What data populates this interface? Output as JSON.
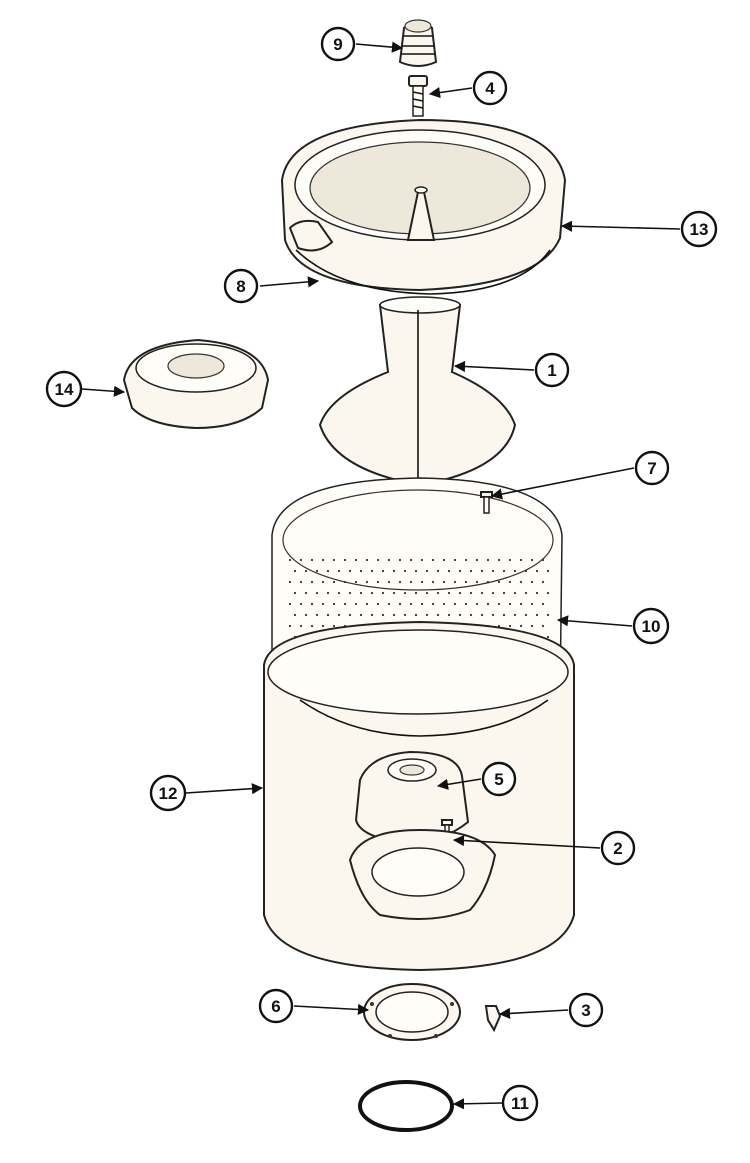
{
  "callouts": [
    "1",
    "2",
    "3",
    "4",
    "5",
    "6",
    "7",
    "8",
    "9",
    "10",
    "11",
    "12",
    "13",
    "14"
  ],
  "colors": {
    "ink": "#111111",
    "paper": "#ffffff",
    "part_fill": "#fbf7ee"
  }
}
